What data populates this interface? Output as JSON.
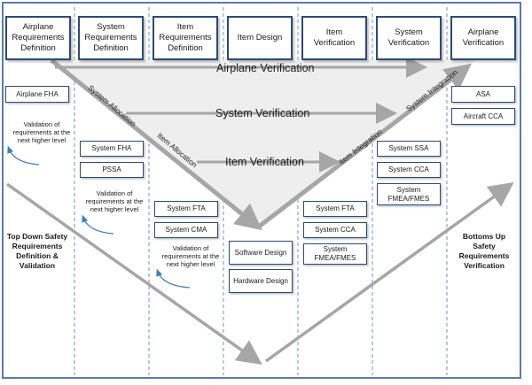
{
  "phases": [
    "Airplane Requirements Definition",
    "System Requirements Definition",
    "Item Requirements Definition",
    "Item Design",
    "Item Verification",
    "System Verification",
    "Airplane Verification"
  ],
  "left_boxes": {
    "airplane_fha": "Airplane FHA",
    "system_fha": "System FHA",
    "pssa": "PSSA",
    "system_fta": "System FTA",
    "system_cma": "System CMA"
  },
  "center_boxes": {
    "software_design": "Software Design",
    "hardware_design": "Hardware Design"
  },
  "right_boxes": {
    "item_fta": "System FTA",
    "item_cca": "System CCA",
    "item_fmea": "System FMEA/FMES",
    "system_ssa": "System SSA",
    "system_cca": "System CCA",
    "system_fmea": "System FMEA/FMES",
    "asa": "ASA",
    "aircraft_cca": "Aircraft  CCA"
  },
  "notes": {
    "validation": "Validation of requirements at the next higher level"
  },
  "side_labels": {
    "left": "Top Down Safety Requirements Definition & Validation",
    "right": "Bottoms Up Safety Requirements Verification"
  },
  "arrow_labels": {
    "airplane_verification": "Airplane Verification",
    "system_verification": "System Verification",
    "item_verification": "Item Verification",
    "system_allocation": "System Allocation",
    "item_allocation": "Item Allocation",
    "item_integration": "Item Integration",
    "system_integration": "System Integration"
  },
  "colors": {
    "frame": "#5b7ca6",
    "box_border": "#2b4a78",
    "arrow_gray": "#a6a6a6",
    "note_arrow": "#3b7dc4",
    "triangle_fill": "#eeeeee"
  }
}
